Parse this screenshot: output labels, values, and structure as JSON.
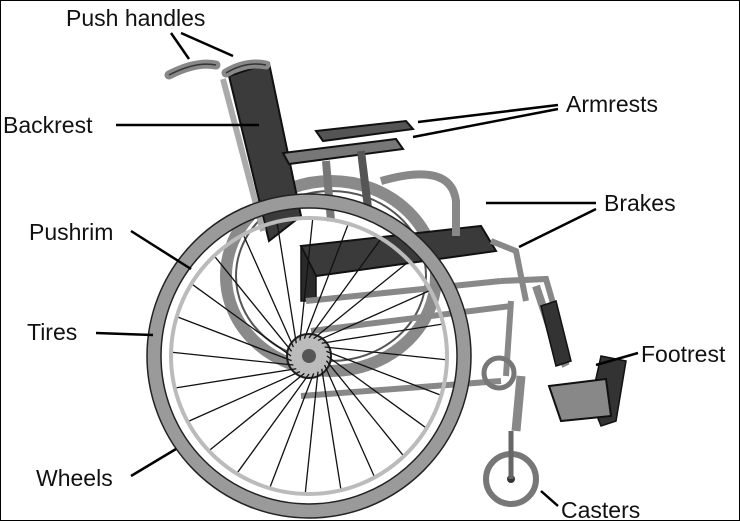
{
  "labels": {
    "push_handles": "Push handles",
    "backrest": "Backrest",
    "armrests": "Armrests",
    "brakes": "Brakes",
    "pushrim": "Pushrim",
    "tires": "Tires",
    "footrest": "Footrest",
    "wheels": "Wheels",
    "casters": "Casters"
  }
}
